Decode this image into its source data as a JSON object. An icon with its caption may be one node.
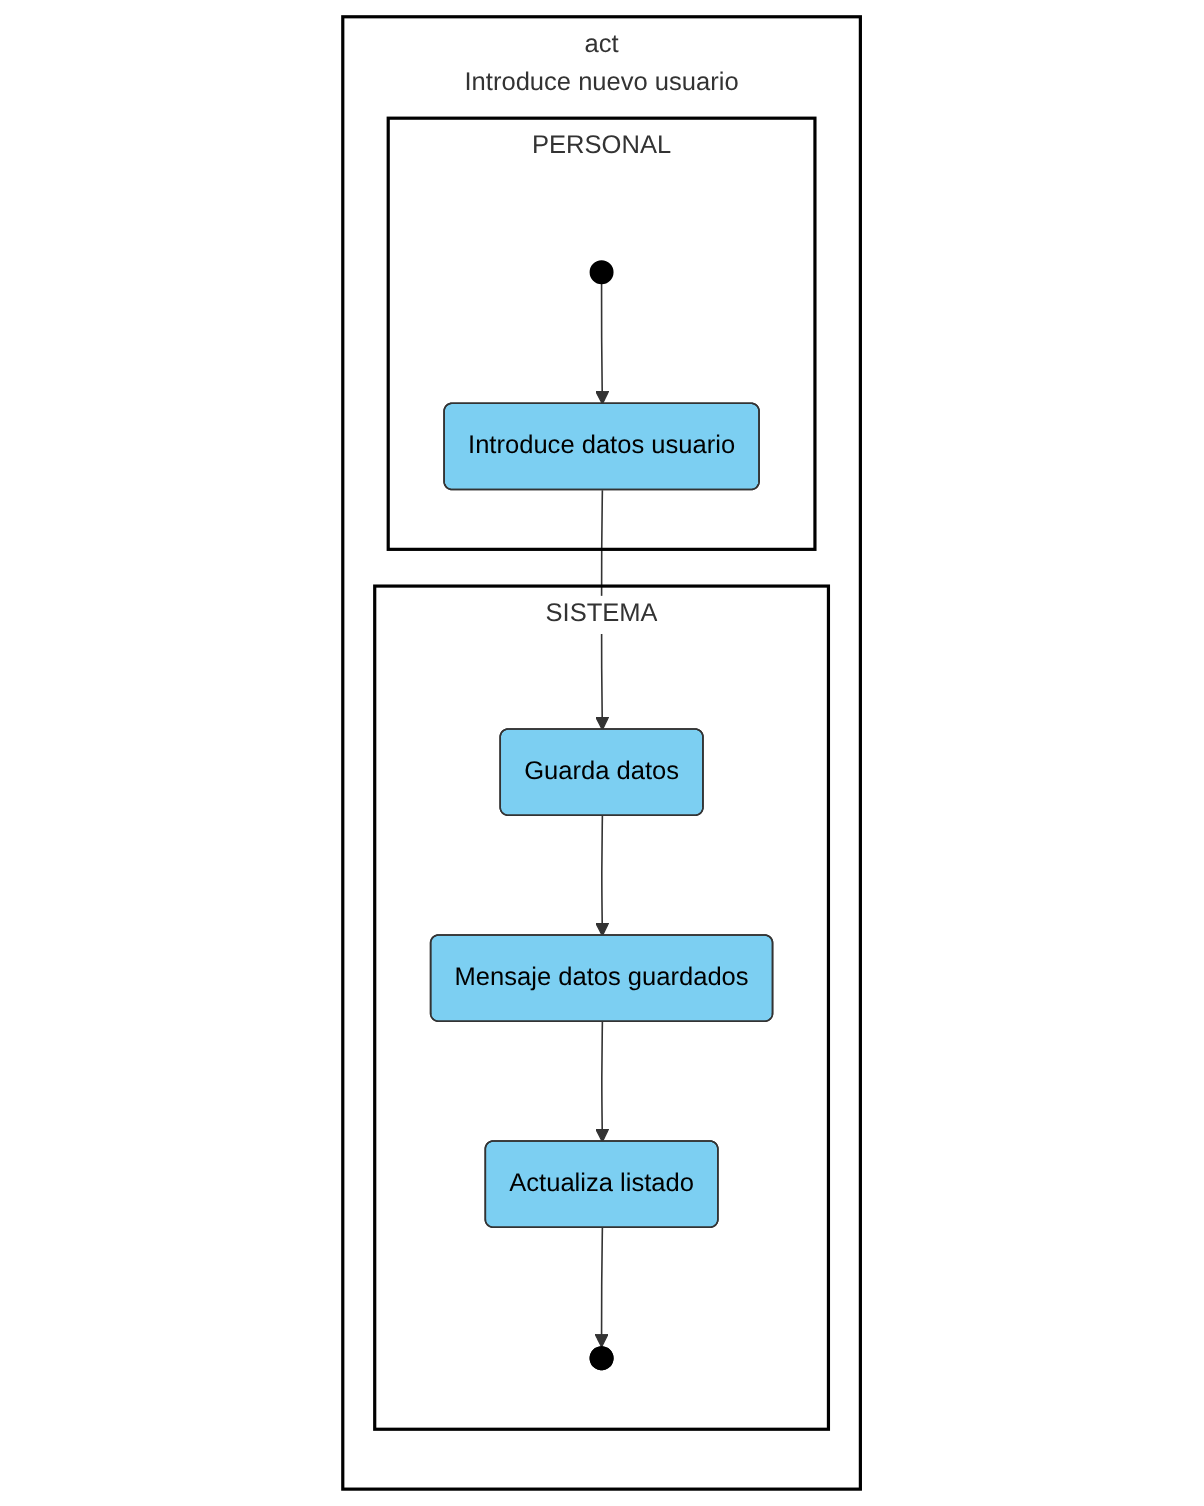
{
  "diagram": {
    "nodes": [
      {
        "text": [
          "act",
          "Introduce nuevo usuario"
        ]
      },
      {
        "text": [
          "PERSONAL"
        ],
        "in": 0
      },
      {
        "text": [
          "SISTEMA"
        ],
        "in": 0
      },
      {
        "text": [],
        "shape": "circle",
        "in": 1
      },
      {
        "text": [
          "Introduce datos usuario"
        ],
        "in": 1
      },
      {
        "text": [
          "Guarda datos"
        ],
        "in": 2
      },
      {
        "text": [
          "Mensaje datos guardados"
        ],
        "in": 2
      },
      {
        "text": [
          "Actualiza listado"
        ],
        "in": 2
      },
      {
        "text": [],
        "shape": "circle",
        "in": 2
      }
    ],
    "edges": [
      {
        "from": 3,
        "to": 4,
        "arrow": "to"
      },
      {
        "from": 4,
        "to": 5,
        "arrow": "to"
      },
      {
        "from": 5,
        "to": 6,
        "arrow": "to"
      },
      {
        "from": 6,
        "to": 7,
        "arrow": "to"
      },
      {
        "from": 7,
        "to": 8,
        "arrow": "to"
      }
    ]
  }
}
